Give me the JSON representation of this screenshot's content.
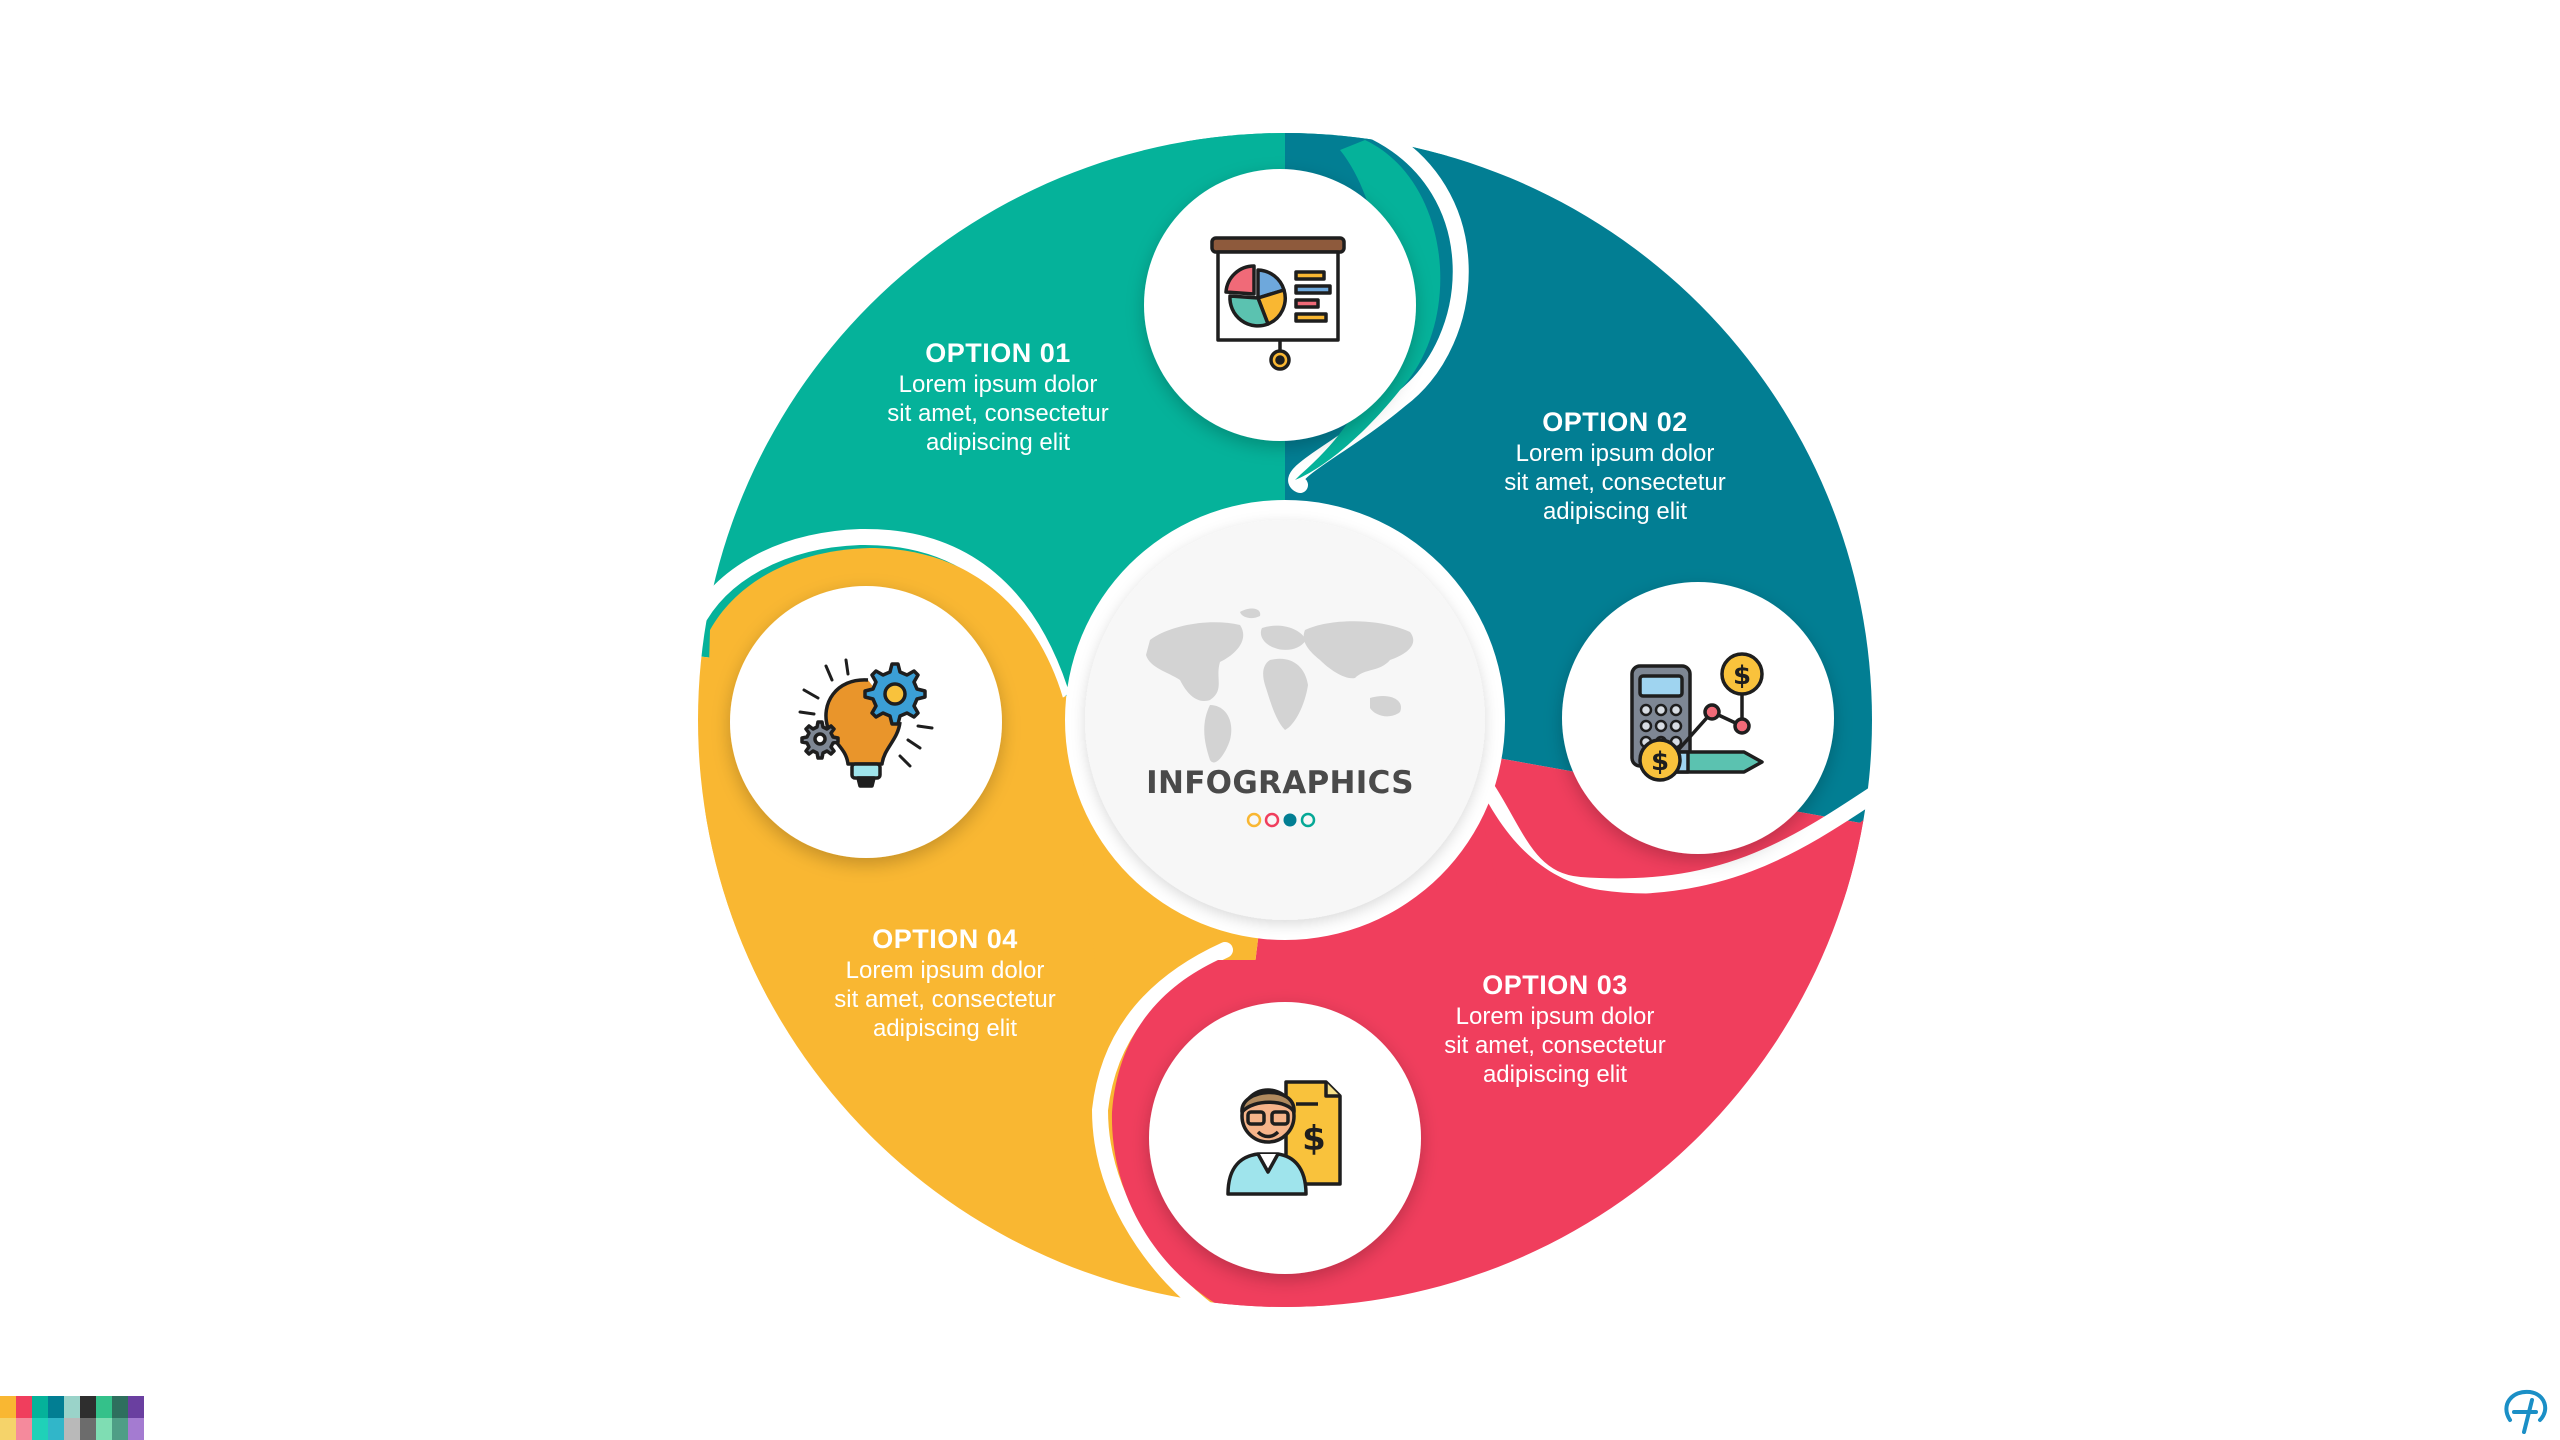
{
  "center": {
    "title": "INFOGRAPHICS",
    "dots": [
      "#F9B732",
      "#F03E5D",
      "#027E93",
      "#05A896"
    ]
  },
  "options": [
    {
      "title": "OPTION 01",
      "lines": [
        "Lorem ipsum dolor",
        "sit amet, consectetur",
        "adipiscing elit"
      ],
      "color": "#05B29A",
      "icon": "presentation-chart-icon"
    },
    {
      "title": "OPTION 02",
      "lines": [
        "Lorem ipsum dolor",
        "sit amet, consectetur",
        "adipiscing elit"
      ],
      "color": "#027E93",
      "icon": "calculator-finance-icon"
    },
    {
      "title": "OPTION 03",
      "lines": [
        "Lorem ipsum dolor",
        "sit amet, consectetur",
        "adipiscing elit"
      ],
      "color": "#F03E5D",
      "icon": "accountant-invoice-icon"
    },
    {
      "title": "OPTION 04",
      "lines": [
        "Lorem ipsum dolor",
        "sit amet, consectetur",
        "adipiscing elit"
      ],
      "color": "#F9B732",
      "icon": "idea-gears-icon"
    }
  ],
  "palette": [
    "#F9B732",
    "#F03E5D",
    "#05B29A",
    "#027E93",
    "#9AD3C9",
    "#2E2E2E",
    "#34C18A",
    "#6A3FA0"
  ]
}
